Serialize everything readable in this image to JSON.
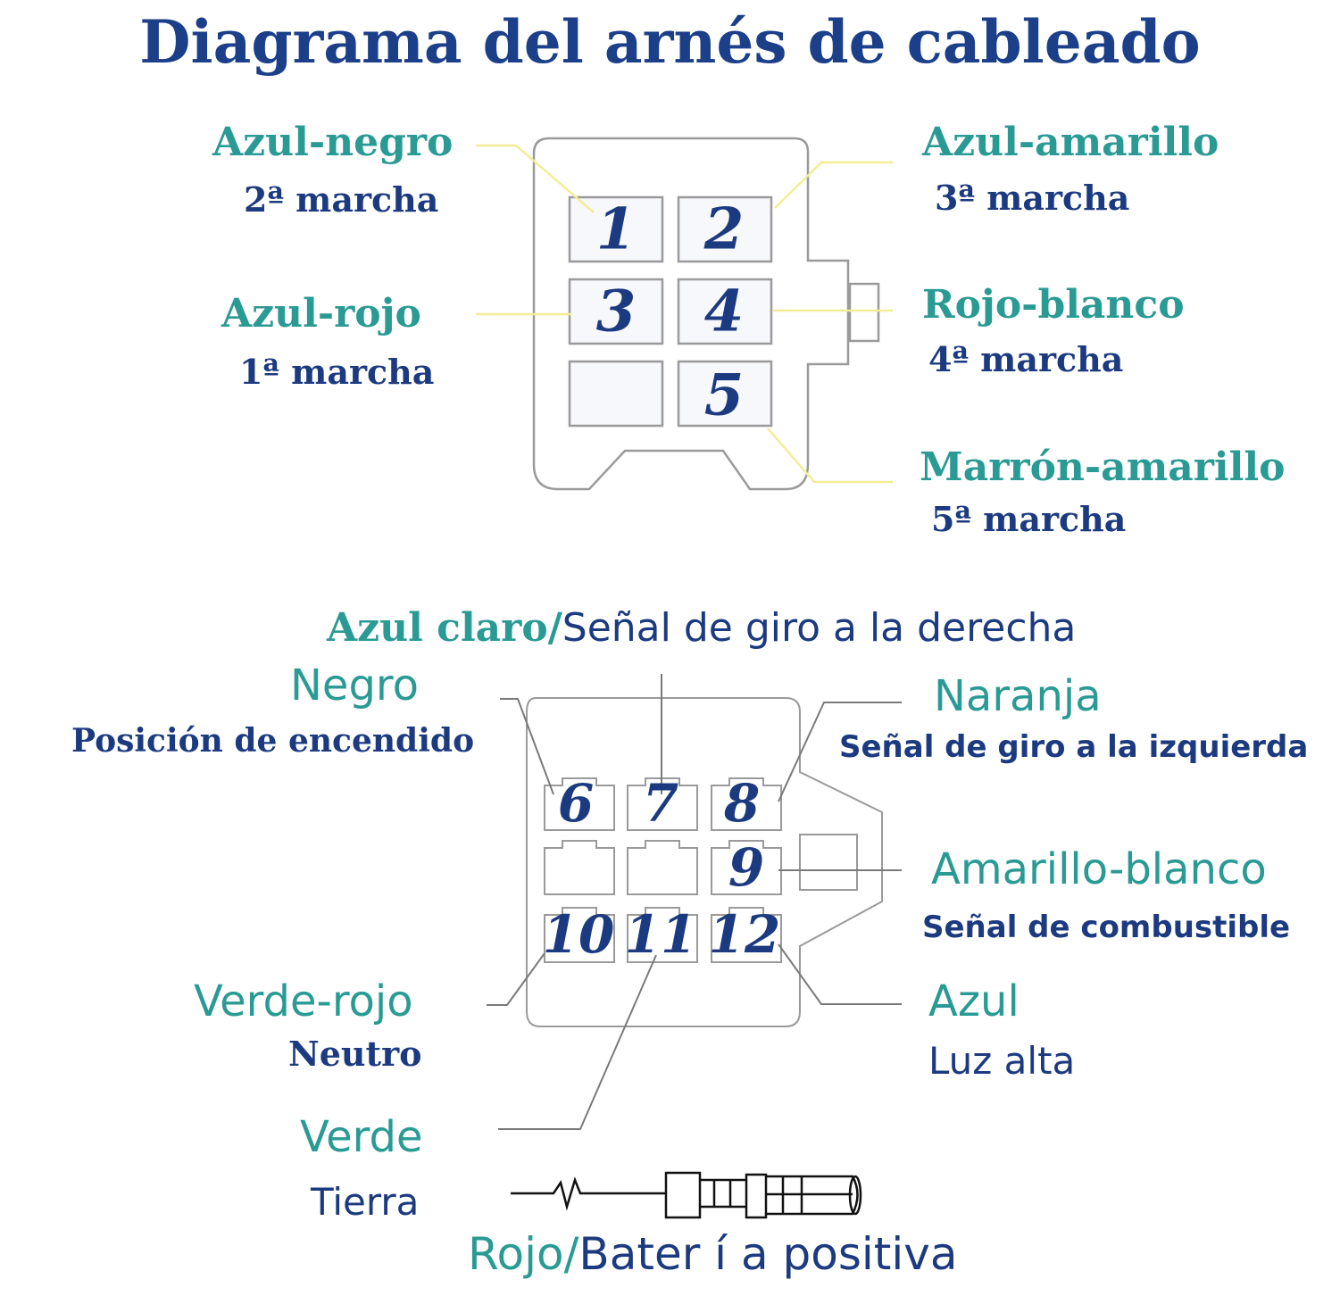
{
  "title": "Diagrama del arnés de cableado",
  "connector_top": {
    "pins": [
      "1",
      "2",
      "3",
      "4",
      "5"
    ],
    "labels": [
      {
        "wire": "Azul-negro",
        "function": "2ª marcha"
      },
      {
        "wire": "Azul-amarillo",
        "function": "3ª marcha"
      },
      {
        "wire": "Azul-rojo",
        "function": "1ª marcha"
      },
      {
        "wire": "Rojo-blanco",
        "function": "4ª marcha"
      },
      {
        "wire": "Marrón-amarillo",
        "function": "5ª marcha"
      }
    ]
  },
  "connector_bottom": {
    "pins": [
      "6",
      "7",
      "8",
      "9",
      "10",
      "11",
      "12"
    ],
    "top_label": {
      "wire": "Azul claro/",
      "function": "Señal de giro a la derecha"
    },
    "labels": [
      {
        "wire": "Negro",
        "function": "Posición de encendido"
      },
      {
        "wire": "Naranja",
        "function": "Señal de giro a la izquierda"
      },
      {
        "wire": "Amarillo-blanco",
        "function": "Señal de combustible"
      },
      {
        "wire": "Verde-rojo",
        "function": "Neutro"
      },
      {
        "wire": "Azul",
        "function": "Luz alta"
      },
      {
        "wire": "Verde",
        "function": "Tierra"
      }
    ]
  },
  "battery": {
    "wire": "Rojo/",
    "function": "Bater í a positiva"
  },
  "colors": {
    "title": "#1c3f8a",
    "wire": "#2a9a94",
    "function": "#1c3a80",
    "leader": "#f2ee96",
    "outline": "#9a9a9a"
  }
}
